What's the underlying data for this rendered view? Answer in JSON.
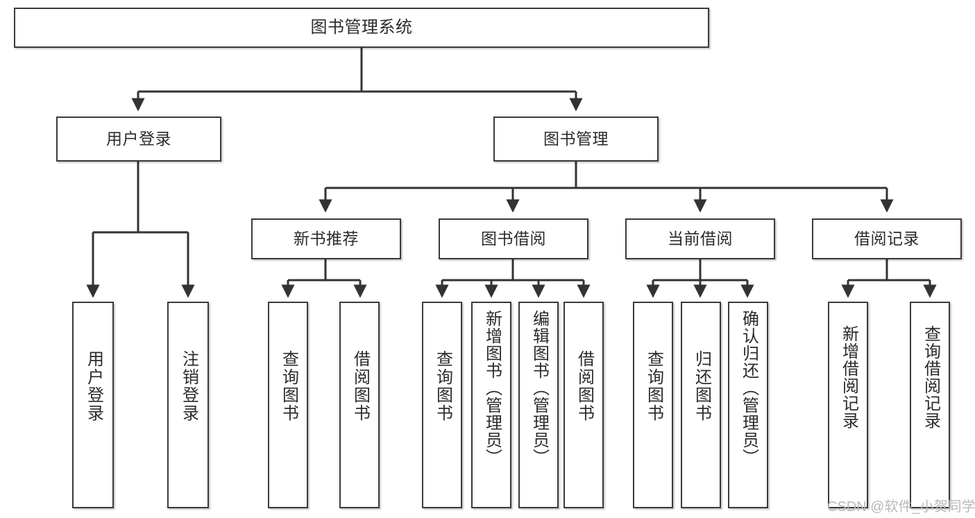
{
  "diagram": {
    "title": "图书管理系统",
    "type": "hierarchy-tree",
    "watermark": "CSDN @软件_小贺同学",
    "colors": {
      "border": "#3a3a3a",
      "text": "#2b2b2b",
      "background": "#ffffff",
      "edge": "#333333",
      "watermark": "#b9b9b9"
    },
    "nodes": {
      "root": {
        "label": "图书管理系统"
      },
      "level2": [
        {
          "label": "用户登录"
        },
        {
          "label": "图书管理"
        }
      ],
      "level3": [
        {
          "label": "新书推荐"
        },
        {
          "label": "图书借阅"
        },
        {
          "label": "当前借阅"
        },
        {
          "label": "借阅记录"
        }
      ],
      "leaves": {
        "user_login": [
          {
            "label": "用户登录"
          },
          {
            "label": "注销登录"
          }
        ],
        "new_book_recommend": [
          {
            "label": "查询图书"
          },
          {
            "label": "借阅图书"
          }
        ],
        "book_borrow": [
          {
            "label": "查询图书"
          },
          {
            "label": "新增图书（管理员）"
          },
          {
            "label": "编辑图书（管理员）"
          },
          {
            "label": "借阅图书"
          }
        ],
        "current_borrow": [
          {
            "label": "查询图书"
          },
          {
            "label": "归还图书"
          },
          {
            "label": "确认归还（管理员）"
          }
        ],
        "borrow_record": [
          {
            "label": "新增借阅记录"
          },
          {
            "label": "查询借阅记录"
          }
        ]
      }
    }
  }
}
